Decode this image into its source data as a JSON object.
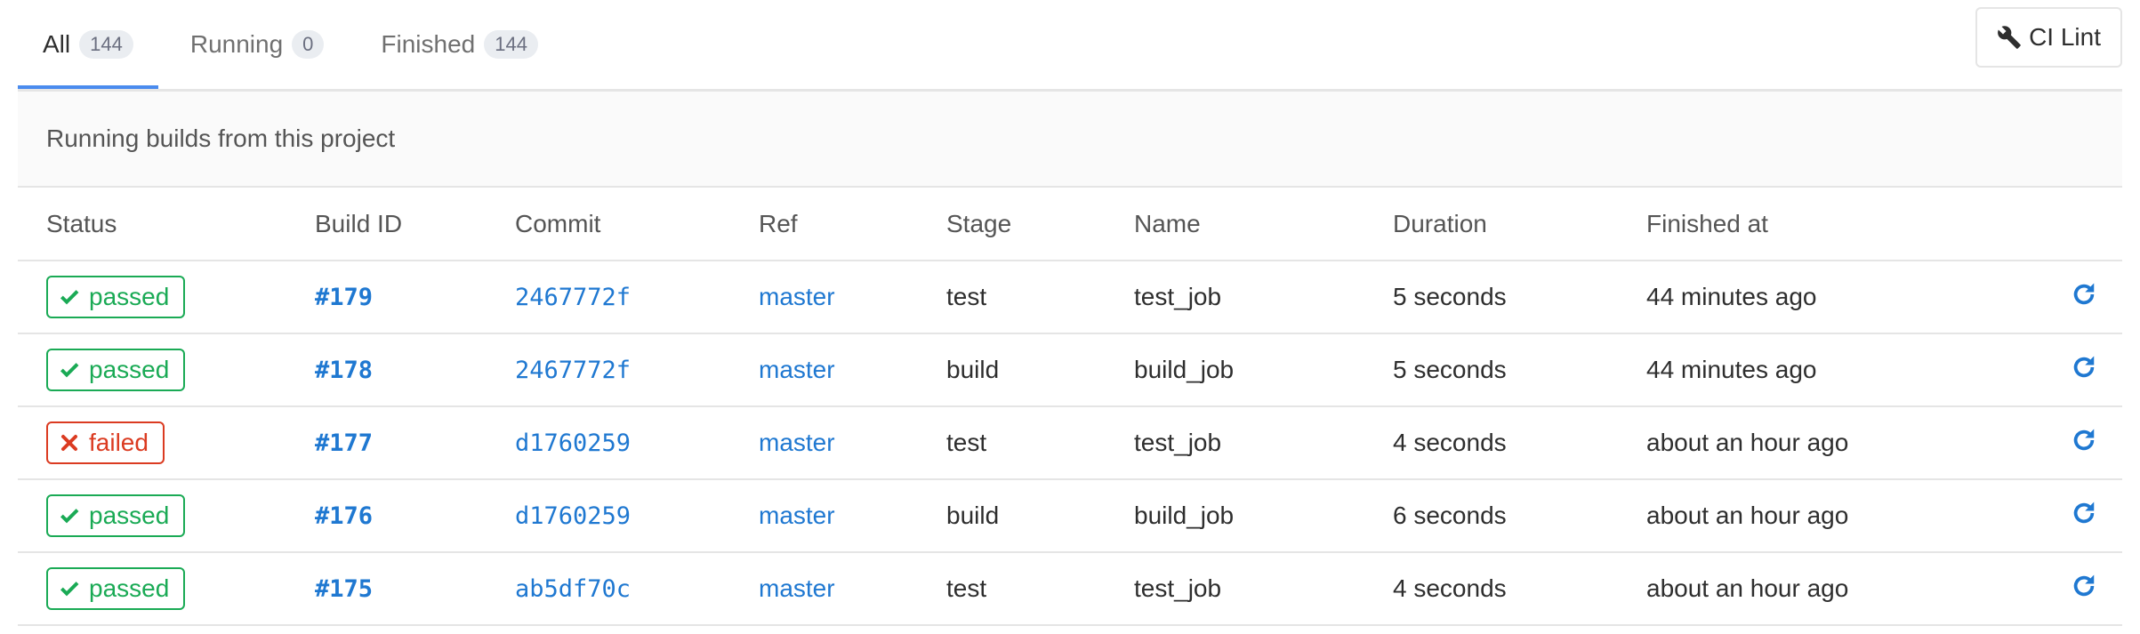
{
  "tabs": [
    {
      "label": "All",
      "count": "144",
      "active": true
    },
    {
      "label": "Running",
      "count": "0",
      "active": false
    },
    {
      "label": "Finished",
      "count": "144",
      "active": false
    }
  ],
  "lint_button": {
    "label": "CI Lint",
    "icon": "wrench-icon"
  },
  "banner": {
    "text": "Running builds from this project"
  },
  "columns": [
    "Status",
    "Build ID",
    "Commit",
    "Ref",
    "Stage",
    "Name",
    "Duration",
    "Finished at"
  ],
  "rows": [
    {
      "status": "passed",
      "build_id": "#179",
      "commit": "2467772f",
      "ref": "master",
      "stage": "test",
      "name": "test_job",
      "duration": "5 seconds",
      "finished": "44 minutes ago"
    },
    {
      "status": "passed",
      "build_id": "#178",
      "commit": "2467772f",
      "ref": "master",
      "stage": "build",
      "name": "build_job",
      "duration": "5 seconds",
      "finished": "44 minutes ago"
    },
    {
      "status": "failed",
      "build_id": "#177",
      "commit": "d1760259",
      "ref": "master",
      "stage": "test",
      "name": "test_job",
      "duration": "4 seconds",
      "finished": "about an hour ago"
    },
    {
      "status": "passed",
      "build_id": "#176",
      "commit": "d1760259",
      "ref": "master",
      "stage": "build",
      "name": "build_job",
      "duration": "6 seconds",
      "finished": "about an hour ago"
    },
    {
      "status": "passed",
      "build_id": "#175",
      "commit": "ab5df70c",
      "ref": "master",
      "stage": "test",
      "name": "test_job",
      "duration": "4 seconds",
      "finished": "about an hour ago"
    }
  ],
  "colors": {
    "accent": "#1f78d1",
    "passed": "#1aaa55",
    "failed": "#db3b21",
    "tab_underline": "#4a8bee"
  }
}
